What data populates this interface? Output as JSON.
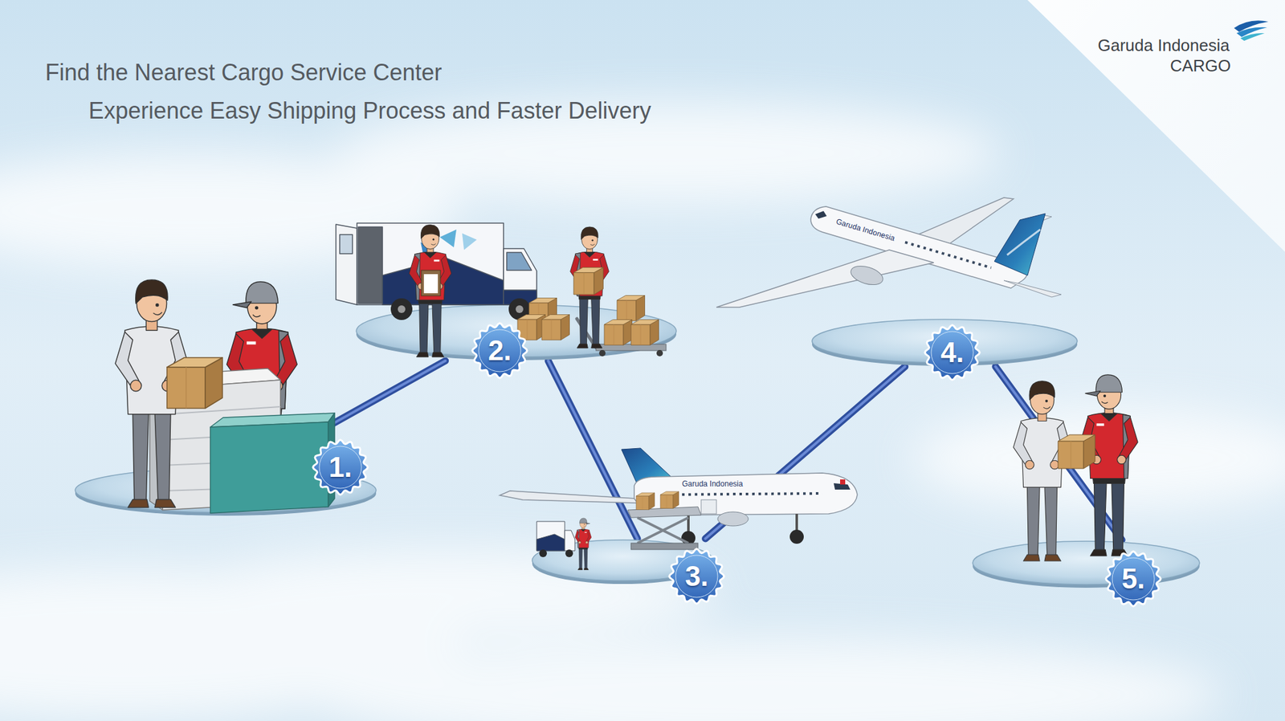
{
  "diagram": {
    "title": "Find the Nearest Cargo Service Center",
    "nodes": [
      {
        "text": [
          "1."
        ]
      },
      {
        "text": [
          "2."
        ]
      },
      {
        "text": [
          "3."
        ]
      },
      {
        "text": [
          "4."
        ]
      },
      {
        "text": [
          "5."
        ]
      }
    ],
    "edges": [
      {
        "from": 0,
        "to": 1,
        "arrow": "none"
      },
      {
        "from": 1,
        "to": 2,
        "arrow": "none"
      },
      {
        "from": 2,
        "to": 3,
        "arrow": "none"
      },
      {
        "from": 3,
        "to": 4,
        "arrow": "none"
      }
    ],
    "labels": [
      "Experience Easy Shipping Process and Faster Delivery",
      "Garuda Indonesia",
      "CARGO",
      "Garuda Indonesia",
      "Garuda Indonesia"
    ]
  }
}
